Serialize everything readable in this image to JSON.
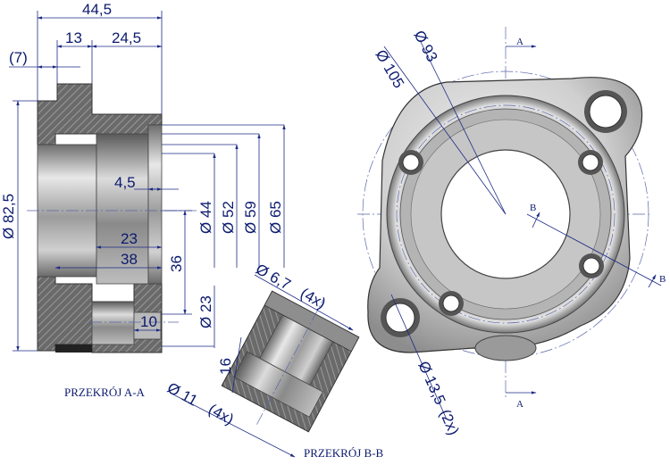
{
  "section_aa": {
    "caption": "PRZEKRÓJ A-A",
    "dims": {
      "total_length": "44,5",
      "d13": "13",
      "d24_5": "24,5",
      "d7": "(7)",
      "dia82_5": "Ø 82,5",
      "d4_5": "4,5",
      "dia44": "Ø 44",
      "dia52": "Ø 52",
      "dia59": "Ø 59",
      "dia65": "Ø 65",
      "d23": "23",
      "d38": "38",
      "d36": "36",
      "dia23": "Ø 23",
      "d10": "10"
    }
  },
  "section_bb": {
    "caption": "PRZEKRÓJ B-B",
    "dims": {
      "hole_dia": "Ø 6,7",
      "hole_count": "(4x)",
      "d16": "16",
      "cbore_dia": "Ø 11",
      "cbore_count": "(4x)"
    }
  },
  "top_view": {
    "dims": {
      "dia105": "Ø 105",
      "dia93": "Ø 93",
      "mount_dia": "Ø 13,5",
      "mount_count": "(2x)"
    },
    "markers": {
      "a_top": "A",
      "a_bottom": "A",
      "b_center": "B",
      "b_right": "B"
    }
  },
  "colors": {
    "dimension": "#0b1a6e",
    "metal_light": "#d9d9d9",
    "metal_dark": "#3a3a3a",
    "hatch": "#555555"
  }
}
